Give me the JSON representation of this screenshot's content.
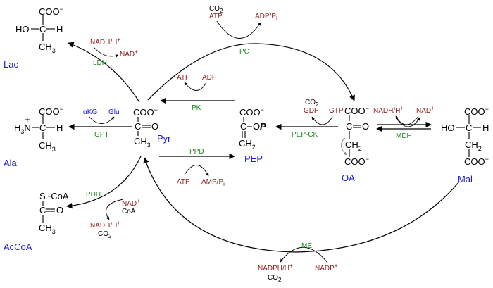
{
  "colors": {
    "metabolite": "#1a1adc",
    "enzyme": "#1f8a1f",
    "cofactor": "#8b1a1a",
    "cofactor_blue": "#1a1adc",
    "line": "#000000"
  },
  "metabolites": {
    "lac": "Lac",
    "ala": "Ala",
    "accoa": "AcCoA",
    "pyr": "Pyr",
    "pep": "PEP",
    "oa": "OA",
    "mal": "Mal"
  },
  "enzymes": {
    "ldh": "LDH",
    "gpt": "GPT",
    "pdh": "PDH",
    "pk": "PK",
    "ppd": "PPD",
    "pc": "PC",
    "pepck": "PEP-CK",
    "mdh": "MDH",
    "me": "ME"
  },
  "cofactors": {
    "ldh_in": "NADH/H",
    "ldh_out": "NAD",
    "gpt_in": "αKG",
    "gpt_out": "Glu",
    "pdh_in": "NAD",
    "pdh_coa": "CoA",
    "pdh_out": "NADH/H",
    "pdh_co2": "CO",
    "pk_atp": "ATP",
    "pk_adp": "ADP",
    "ppd_atp": "ATP",
    "ppd_amp": "AMP/P",
    "pc_co2": "CO",
    "pc_atp": "ATP",
    "pc_adp": "ADP/P",
    "pepck_co2": "CO",
    "pepck_gdp": "GDP",
    "pepck_gtp": "GTP",
    "mdh_nadh": "NADH/H",
    "mdh_nad": "NAD",
    "me_nadph": "NADPH/H",
    "me_co2": "CO",
    "me_nadp": "NADP"
  },
  "chem": {
    "coo": "COO",
    "ho": "HO",
    "c": "C",
    "h": "H",
    "ch3": "CH",
    "ch2": "CH",
    "h3n": "H",
    "n": "N",
    "s_coa": "S~CoA",
    "o": "O",
    "op_o": "O",
    "op_p": "P",
    "eq": "="
  },
  "marks": {
    "minus": "−",
    "plus": "+",
    "sub_2": "2",
    "sub_3": "3",
    "sub_i": "i"
  }
}
